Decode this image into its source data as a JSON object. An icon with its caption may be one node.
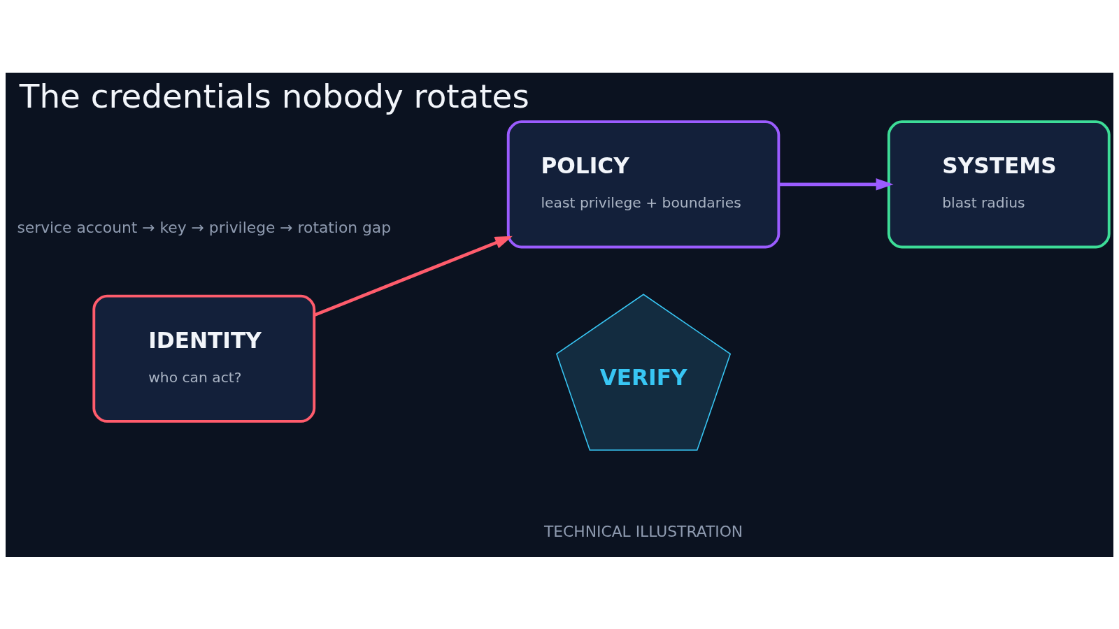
{
  "diagram": {
    "title": "The credentials nobody rotates",
    "nodes": [
      {
        "text": [
          "IDENTITY",
          "who can act?"
        ]
      },
      {
        "text": [
          "POLICY",
          "least privilege + boundaries"
        ]
      },
      {
        "text": [
          "SYSTEMS",
          "blast radius"
        ]
      },
      {
        "text": [
          "VERIFY"
        ]
      }
    ],
    "edges": [
      {
        "from": 0,
        "to": 1,
        "arrow": "to",
        "color": "#ff5c6c"
      },
      {
        "from": 1,
        "to": 2,
        "arrow": "to",
        "color": "#9b5cff"
      }
    ],
    "labels": [
      "service account → key → privilege → rotation gap",
      "TECHNICAL ILLUSTRATION"
    ]
  }
}
